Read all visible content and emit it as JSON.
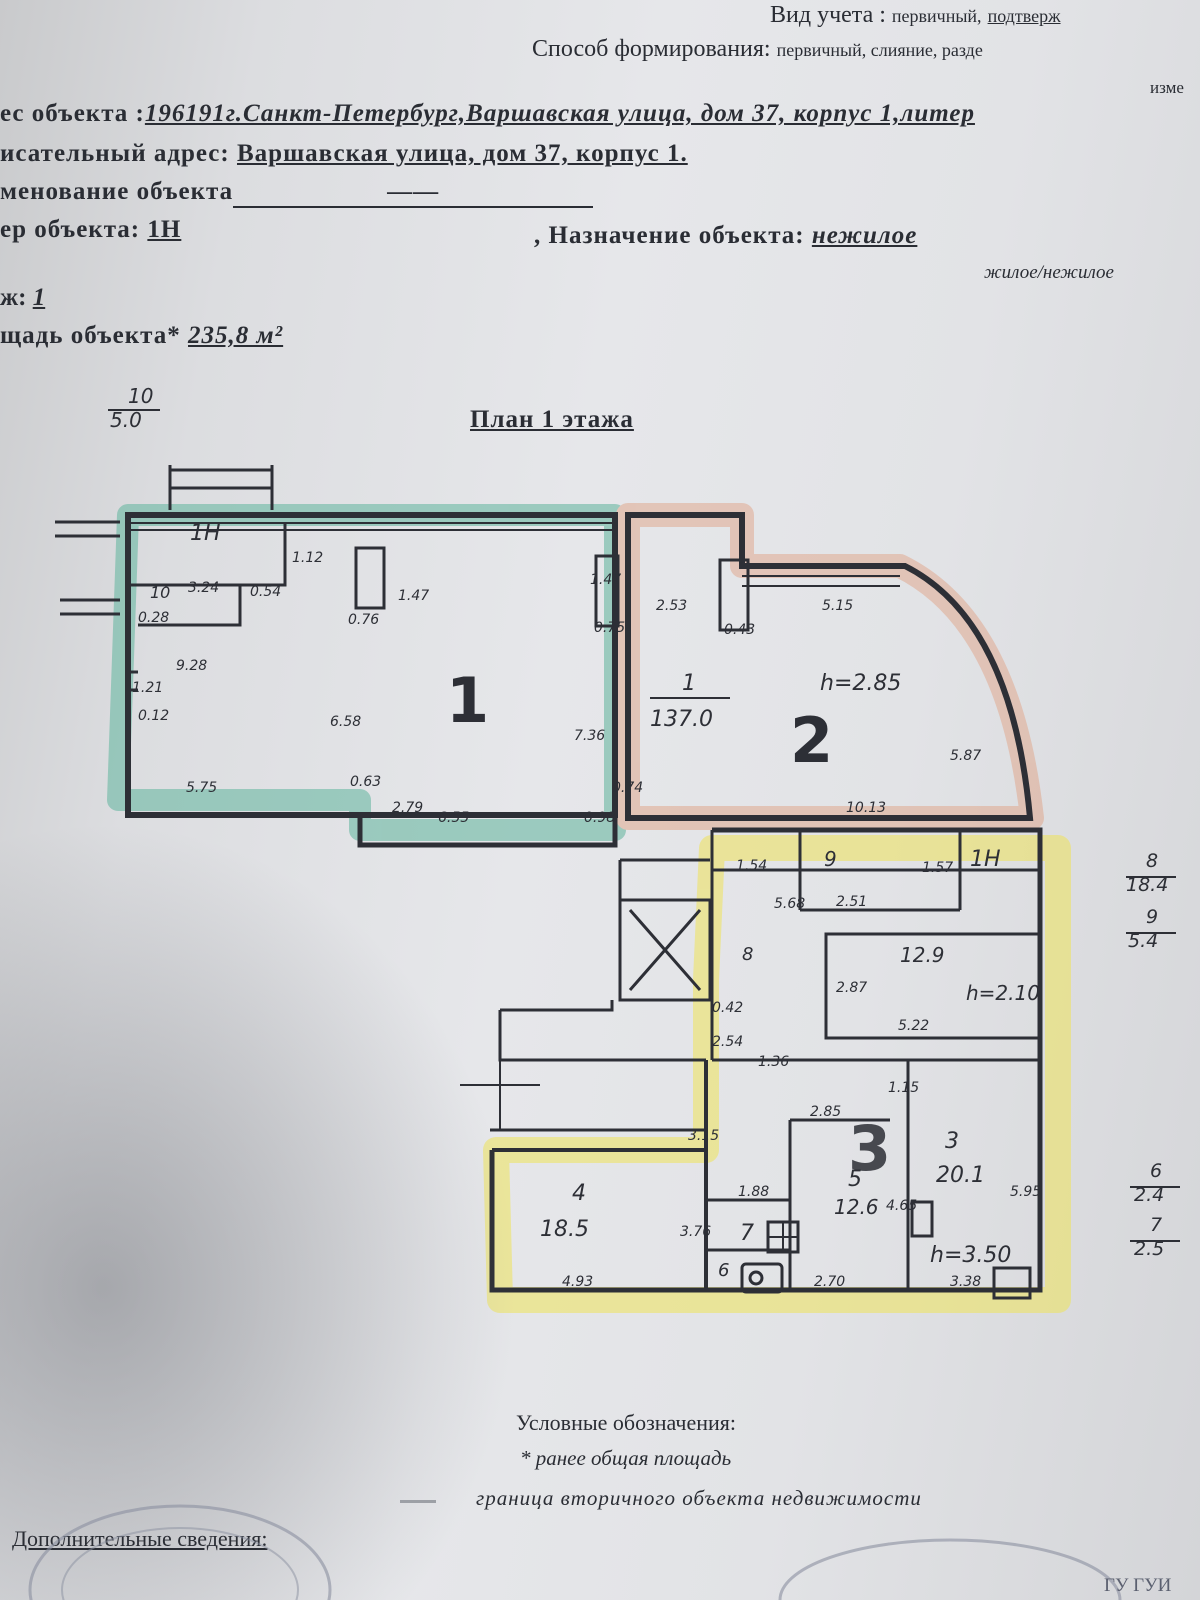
{
  "header": {
    "account_type_label": "Вид учета :",
    "account_type_value": "первичный,",
    "account_type_cut": "подтверж",
    "formation_label": "Способ формирования:",
    "formation_value": "первичный, слияние, разде",
    "formation_cut": "изме",
    "address_label": "ес объекта :",
    "address_value": "196191г.Санкт-Петербург,Варшавская улица, дом 37, корпус 1,литер",
    "desc_address_label": "исательный адрес:",
    "desc_address_value": "Варшавская улица, дом 37, корпус 1.",
    "name_label": "менование объекта",
    "name_value": "——",
    "letter_label": "ер объекта:",
    "letter_value": "1Н",
    "purpose_label": ", Назначение объекта:",
    "purpose_value": "нежилое",
    "purpose_hint": "жилое/нежилое",
    "floor_label": "ж:",
    "floor_value": "1",
    "area_label": "щадь объекта*",
    "area_value": "235,8 м²"
  },
  "plan": {
    "title": "План 1 этажа",
    "corner_fraction_top": "10",
    "corner_fraction_bottom": "5.0",
    "side_notes": [
      {
        "top": "8",
        "bottom": "18.4"
      },
      {
        "top": "9",
        "bottom": "5.4"
      },
      {
        "top": "6",
        "bottom": "2.4"
      },
      {
        "top": "7",
        "bottom": "2.5"
      }
    ],
    "zones": [
      {
        "label": "1",
        "color": "#5fb49c"
      },
      {
        "label": "2",
        "color": "#e0a98f"
      },
      {
        "label": "3",
        "color": "#efe35a"
      }
    ],
    "labels": {
      "unit_top_left": "1Н",
      "unit_right": "1Н",
      "room1_num": "1",
      "room1_area": "137.0",
      "height_main": "h=2.85",
      "room2_area": "12.9",
      "room2_h": "h=2.10",
      "room3_num": "3",
      "room3_area": "20.1",
      "room3_h": "h=3.50",
      "room4_num": "4",
      "room4_area": "18.5",
      "room5_num": "5",
      "room5_area": "12.6",
      "room6_num": "6",
      "room7_num": "7",
      "room8_num": "8",
      "room9_num": "9",
      "room10_num": "10"
    },
    "dimensions": [
      "3.24",
      "0.54",
      "1.12",
      "1.47",
      "0.76",
      "0.28",
      "9.28",
      "1.21",
      "0.12",
      "5.75",
      "6.58",
      "0.63",
      "2.79",
      "6.55",
      "7.36",
      "0.98",
      "0.74",
      "1.47",
      "0.75",
      "2.53",
      "0.43",
      "5.15",
      "5.87",
      "10.13",
      "1.54",
      "2.51",
      "1.57",
      "5.68",
      "2.87",
      "5.22",
      "0.42",
      "2.54",
      "1.36",
      "2.85",
      "1.15",
      "3.15",
      "1.88",
      "4.65",
      "5.95",
      "4.93",
      "2.70",
      "3.38",
      "3.76"
    ]
  },
  "legend": {
    "title": "Условные обозначения:",
    "item1": "* ранее общая площадь",
    "item2": "граница вторичного объекта недвижимости"
  },
  "footer": {
    "additional": "Дополнительные сведения:",
    "stamp_text": "ГУ ГУИ"
  }
}
